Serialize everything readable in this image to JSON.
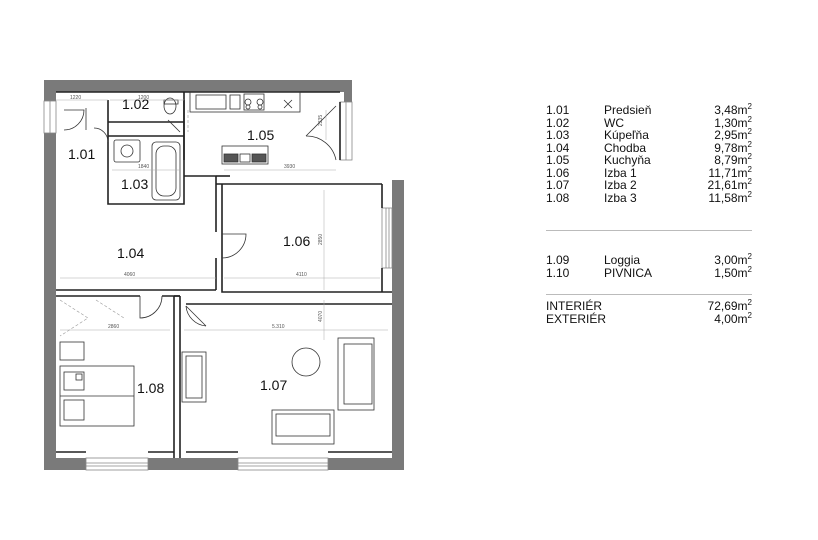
{
  "rooms": {
    "r101": "1.01",
    "r102": "1.02",
    "r103": "1.03",
    "r104": "1.04",
    "r105": "1.05",
    "r106": "1.06",
    "r107": "1.07",
    "r108": "1.08"
  },
  "dimensions": {
    "d1220": "1220",
    "d1200": "1200",
    "d2335": "2335",
    "d1840": "1840",
    "d3930": "3930",
    "d2850": "2850",
    "d4060": "4060",
    "d4110": "4110",
    "d4070": "4070",
    "d2860": "2860",
    "d5310": "5.310"
  },
  "legend": {
    "rooms": [
      {
        "code": "1.01",
        "name": "Predsieň",
        "area": "3,48m",
        "sup": "2"
      },
      {
        "code": "1.02",
        "name": "WC",
        "area": "1,30m",
        "sup": "2"
      },
      {
        "code": "1.03",
        "name": "Kúpeľňa",
        "area": "2,95m",
        "sup": "2"
      },
      {
        "code": "1.04",
        "name": "Chodba",
        "area": "9,78m",
        "sup": "2"
      },
      {
        "code": "1.05",
        "name": "Kuchyňa",
        "area": "8,79m",
        "sup": "2"
      },
      {
        "code": "1.06",
        "name": "Izba 1",
        "area": "11,71m",
        "sup": "2"
      },
      {
        "code": "1.07",
        "name": "Izba 2",
        "area": "21,61m",
        "sup": "2"
      },
      {
        "code": "1.08",
        "name": "Izba 3",
        "area": "11,58m",
        "sup": "2"
      }
    ],
    "extra": [
      {
        "code": "1.09",
        "name": "Loggia",
        "area": "3,00m",
        "sup": "2"
      },
      {
        "code": "1.10",
        "name": "PIVNICA",
        "area": "1,50m",
        "sup": "2"
      }
    ],
    "totals": [
      {
        "name": "INTERIÉR",
        "area": "72,69m",
        "sup": "2"
      },
      {
        "name": "EXTERIÉR",
        "area": "4,00m",
        "sup": "2"
      }
    ]
  }
}
